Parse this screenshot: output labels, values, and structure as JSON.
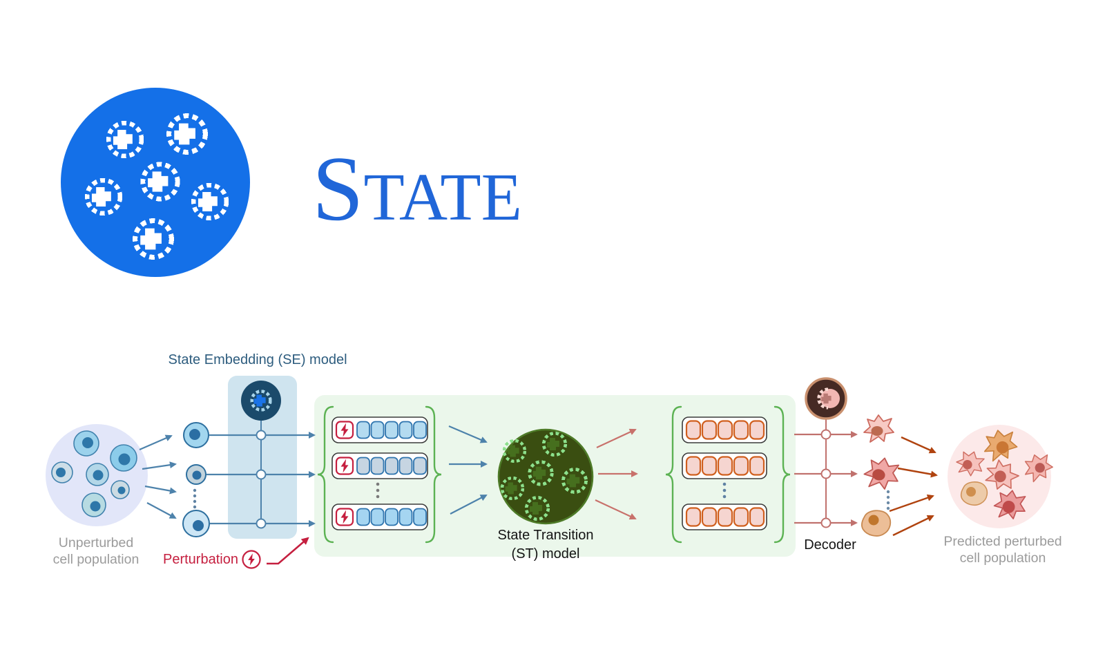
{
  "logo": {
    "wordmark_initial": "S",
    "wordmark_rest": "TATE",
    "mark_color": "#1470e8",
    "wordmark_color": "#2066d8"
  },
  "labels": {
    "se_model": "State Embedding (SE) model",
    "unperturbed_line1": "Unperturbed",
    "unperturbed_line2": "cell population",
    "perturbation": "Perturbation",
    "st_model_line1": "State Transition",
    "st_model_line2": "(ST) model",
    "decoder": "Decoder",
    "predicted_line1": "Predicted perturbed",
    "predicted_line2": "cell population"
  },
  "icons": {
    "logo_mark": "pixelated-cell-population-icon",
    "se_model_icon": "pixelated-cell-embedding-icon",
    "st_model_icon": "pixelated-green-cell-population-icon",
    "decoder_icon": "pixelated-cell-decoder-icon",
    "perturbation_icon": "lightning-bolt-in-circle"
  },
  "tokens": {
    "left_rows_shown": 3,
    "left_tokens_per_row": 5,
    "left_has_perturbation_token": true,
    "right_rows_shown": 3,
    "right_tokens_per_row": 5
  },
  "colors": {
    "arrow_blue": "#4d82ab",
    "arrow_salmon": "#c8716b",
    "decoder_line_salmon": "#c0716d",
    "arrow_dark_red": "#b0430f",
    "perturbation_red": "#c51f3f",
    "brace_green": "#5cb253",
    "se_band_blue": "#cfe4ef",
    "st_box_green": "#ebf7eb",
    "st_circle_fill": "#3a4e11",
    "st_circle_stroke": "#4e7b28",
    "se_icon_fill": "#1b4a6b",
    "decoder_icon_fill": "#462a24",
    "unperturbed_population_fill": "#e2e6f9",
    "predicted_population_fill": "#fce9e9",
    "se_label_color": "#2d5c7e"
  }
}
